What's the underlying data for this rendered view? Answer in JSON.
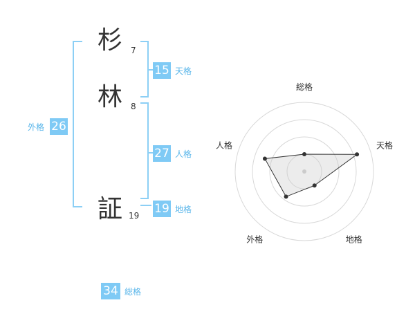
{
  "name_chars": [
    {
      "char": "杉",
      "strokes": "7"
    },
    {
      "char": "林",
      "strokes": "8"
    },
    {
      "char": "証",
      "strokes": "19"
    }
  ],
  "kaku": {
    "tenkaku": {
      "value": "15",
      "label": "天格"
    },
    "jinkaku": {
      "value": "27",
      "label": "人格"
    },
    "chikaku": {
      "value": "19",
      "label": "地格"
    },
    "gaikaku": {
      "value": "26",
      "label": "外格"
    },
    "soukaku": {
      "value": "34",
      "label": "総格"
    }
  },
  "colors": {
    "accent": "#7fcaf5",
    "bracket": "#8ccff5",
    "label": "#5ab6ea"
  },
  "chart_data": {
    "type": "radar",
    "axes": [
      "総格",
      "天格",
      "地格",
      "外格",
      "人格"
    ],
    "values": [
      0.25,
      0.8,
      0.25,
      0.45,
      0.6
    ],
    "max": 1,
    "rings": 4
  }
}
